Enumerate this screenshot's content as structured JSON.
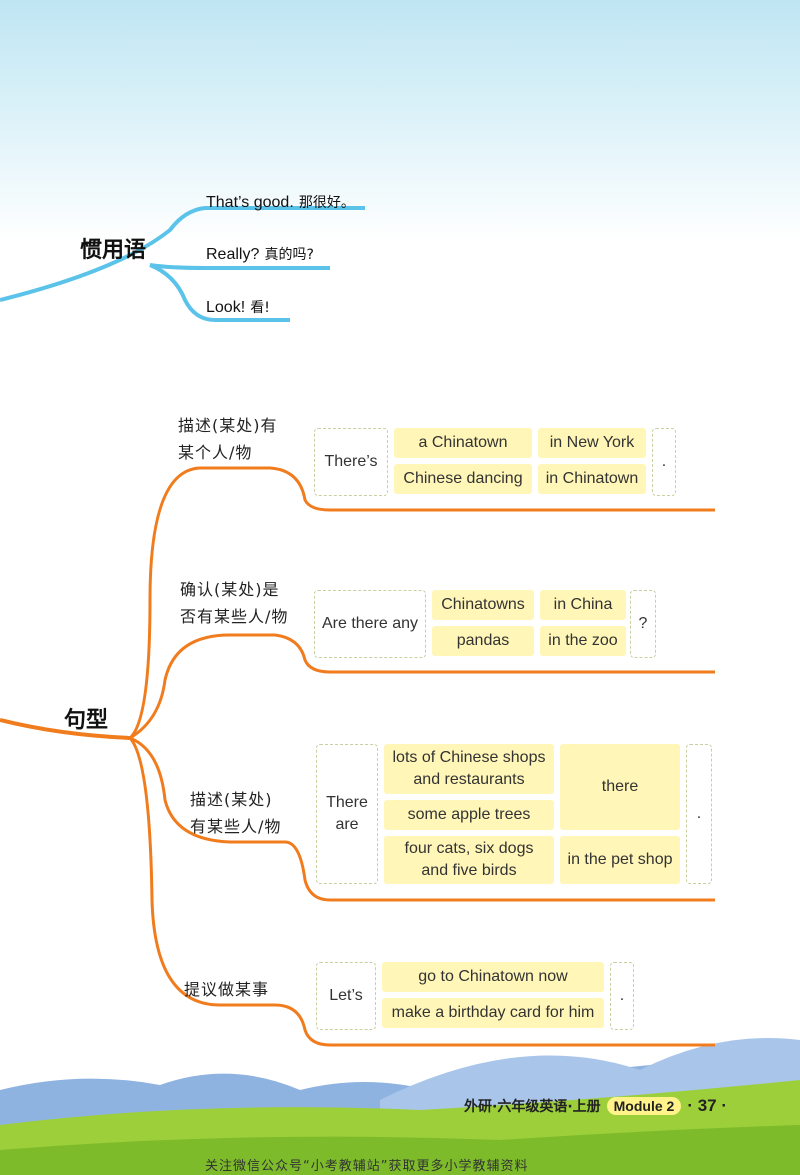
{
  "idioms": {
    "heading": "惯用语",
    "items": [
      {
        "en": "That’s good.",
        "zh": "那很好。"
      },
      {
        "en": "Really?",
        "zh": "真的吗?"
      },
      {
        "en": "Look!",
        "zh": "看!"
      }
    ]
  },
  "sentence_patterns": {
    "heading": "句型",
    "branches": [
      {
        "label_line1": "描述(某处)有",
        "label_line2": "某个人/物",
        "start": "There’s",
        "rows": [
          {
            "a": "a Chinatown",
            "b": "in New York"
          },
          {
            "a": "Chinese dancing",
            "b": "in Chinatown"
          }
        ],
        "end": "."
      },
      {
        "label_line1": "确认(某处)是",
        "label_line2": "否有某些人/物",
        "start": "Are there any",
        "rows": [
          {
            "a": "Chinatowns",
            "b": "in China"
          },
          {
            "a": "pandas",
            "b": "in the zoo"
          }
        ],
        "end": "?"
      },
      {
        "label_line1": "描述(某处)",
        "label_line2": "有某些人/物",
        "start_line1": "There",
        "start_line2": "are",
        "items": [
          {
            "line1": "lots of Chinese shops",
            "line2": "and restaurants"
          },
          {
            "line1": "some apple trees"
          },
          {
            "line1": "four cats, six dogs",
            "line2": "and five birds"
          }
        ],
        "places": [
          "there",
          "in the pet shop"
        ],
        "end": "."
      },
      {
        "label_line1": "提议做某事",
        "start": "Let’s",
        "rows": [
          "go to Chinatown now",
          "make a birthday card for him"
        ],
        "end": "."
      }
    ]
  },
  "footer": {
    "book": "外研·六年级英语·上册",
    "module": "Module 2",
    "page": "· 37 ·"
  },
  "watermark": "关注微信公众号“小考教辅站”获取更多小学教辅资料",
  "colors": {
    "idiom_branch": "#5bc3e9",
    "pattern_branch": "#f07c1e",
    "cell_fill": "#fff6b8"
  }
}
